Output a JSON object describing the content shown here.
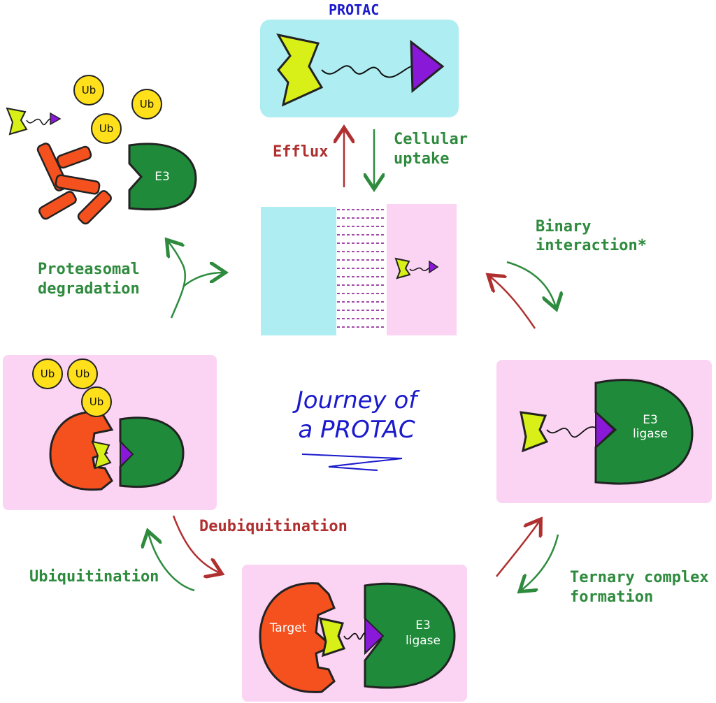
{
  "colors": {
    "cyan_panel": "#aeeef3",
    "pink_panel": "#fbd3f3",
    "target_orange": "#f4511e",
    "e3_green": "#1e8a3a",
    "warhead_yellow": "#d8f018",
    "ligand_purple": "#8a18d8",
    "ub_yellow": "#ffe01a",
    "green_label": "#2e8b3e",
    "red_label": "#b03030",
    "blue_label": "#1a1acc"
  },
  "labels": {
    "protac": "PROTAC",
    "efflux": "Efflux",
    "uptake_line1": "Cellular",
    "uptake_line2": "uptake",
    "binary_line1": "Binary",
    "binary_line2": "interaction*",
    "proteasomal_line1": "Proteasomal",
    "proteasomal_line2": "degradation",
    "deubiquitination": "Deubiquitination",
    "ubiquitination": "Ubiquitination",
    "ternary_line1": "Ternary complex",
    "ternary_line2": "formation",
    "title_line1": "Journey of",
    "title_line2": "a PROTAC"
  },
  "inner_text": {
    "e3_short": "E3",
    "e3_line1": "E3",
    "e3_line2": "ligase",
    "target": "Target",
    "ub": "Ub"
  }
}
